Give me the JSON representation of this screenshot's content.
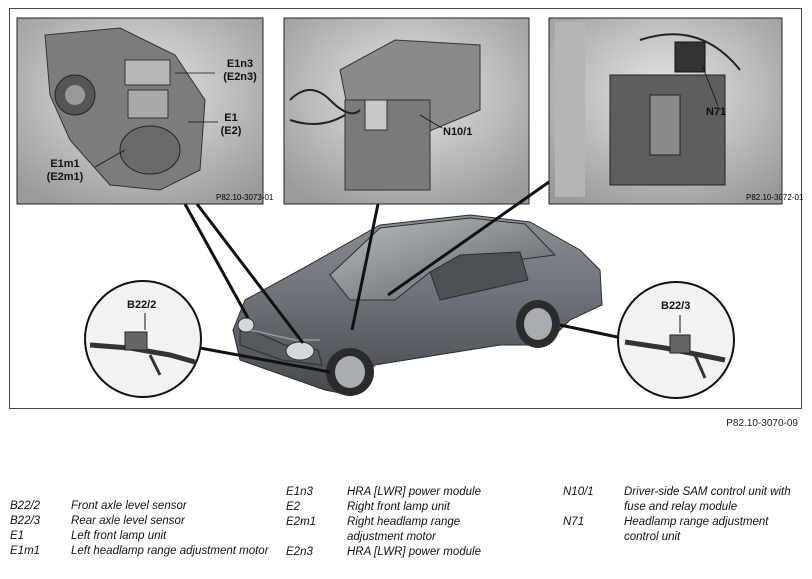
{
  "figure_ref": "P82.10-3070-09",
  "panels": {
    "left": {
      "ref": "P82.10-3073-01",
      "labels": [
        "E1n3",
        "(E2n3)",
        "E1",
        "(E2)",
        "E1m1",
        "(E2m1)"
      ]
    },
    "middle": {
      "ref": "",
      "labels": [
        "N10/1"
      ]
    },
    "right": {
      "ref": "P82.10-3072-01",
      "labels": [
        "N71"
      ]
    }
  },
  "detail_circles": {
    "front": "B22/2",
    "rear": "B22/3"
  },
  "legend": {
    "col1": [
      {
        "code": "B22/2",
        "desc": "Front axle level sensor"
      },
      {
        "code": "B22/3",
        "desc": "Rear axle level sensor"
      },
      {
        "code": "E1",
        "desc": "Left front lamp unit"
      },
      {
        "code": "E1m1",
        "desc": "Left headlamp range adjustment motor"
      }
    ],
    "col2": [
      {
        "code": "E1n3",
        "desc": "HRA [LWR] power module"
      },
      {
        "code": "E2",
        "desc": "Right front lamp unit"
      },
      {
        "code": "E2m1",
        "desc": "Right headlamp range adjustment motor"
      },
      {
        "code": "E2n3",
        "desc": "HRA [LWR] power module"
      }
    ],
    "col3": [
      {
        "code": "N10/1",
        "desc": "Driver-side SAM control unit with fuse and relay module"
      },
      {
        "code": "N71",
        "desc": "Headlamp range adjustment control unit"
      }
    ]
  },
  "colors": {
    "car_body": "#6d7278",
    "panel_bg": "#cfcfcf",
    "line": "#111111"
  }
}
